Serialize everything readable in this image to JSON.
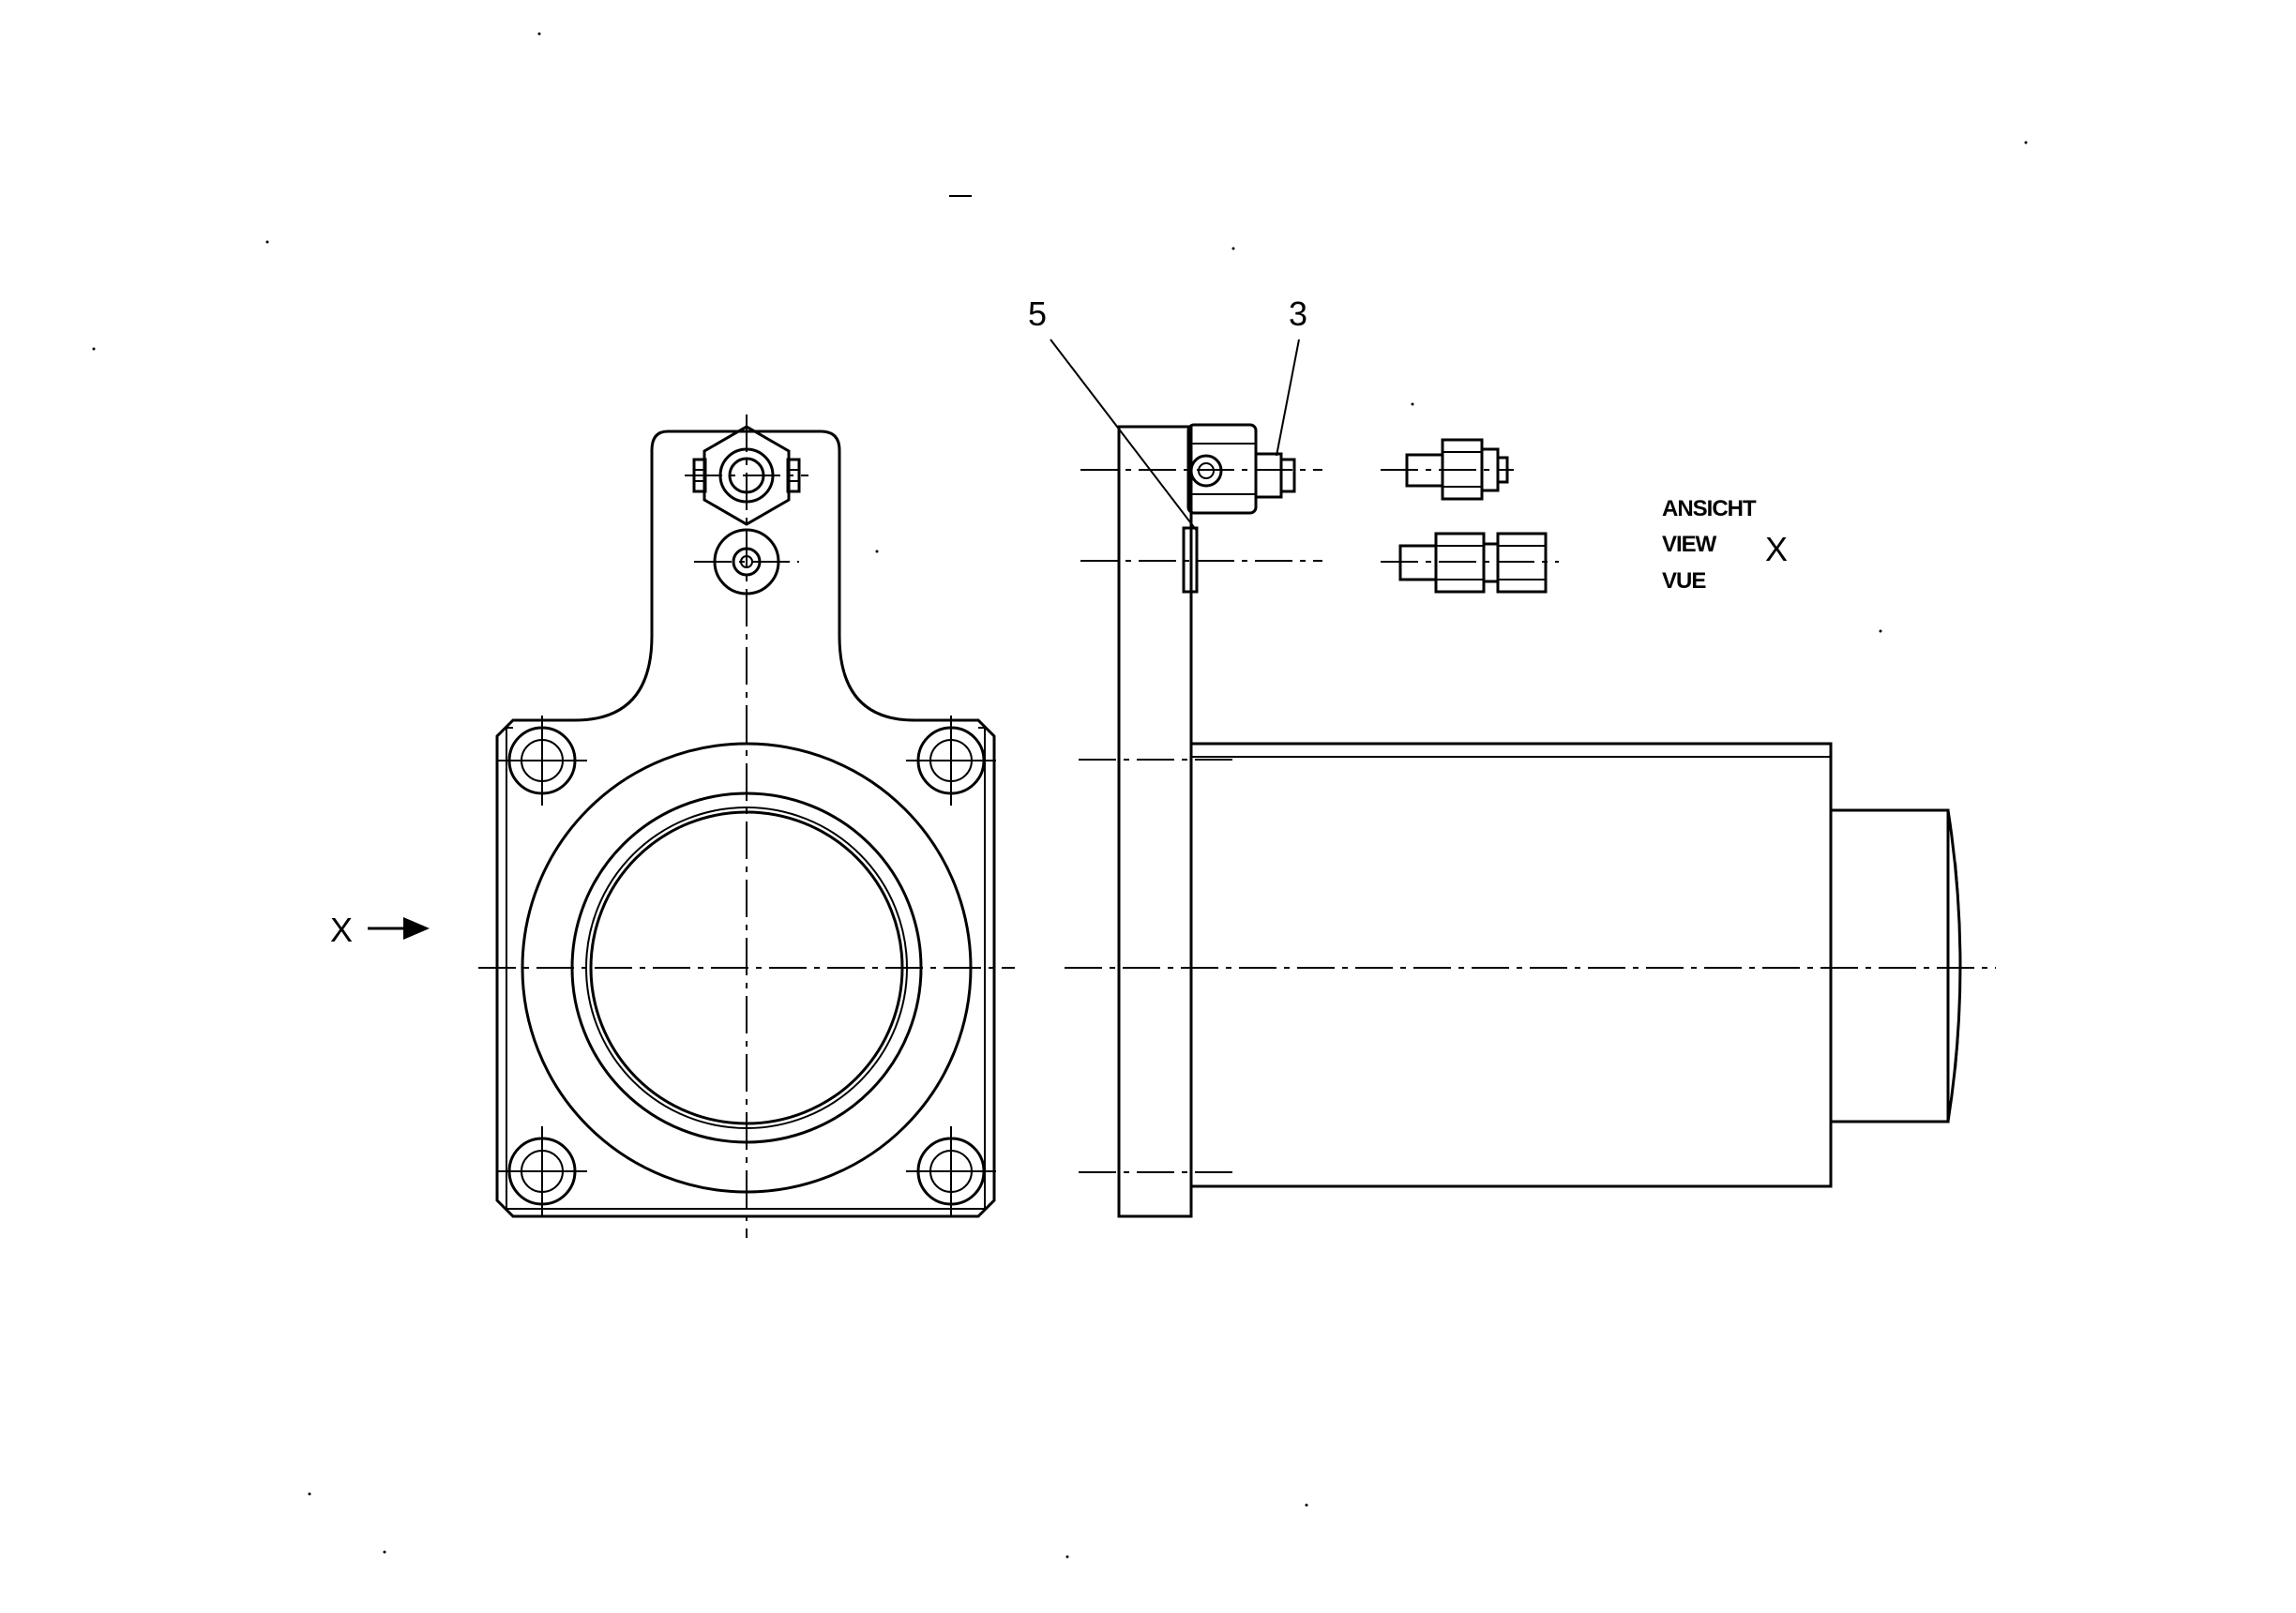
{
  "callouts": {
    "item_5": "5",
    "item_3": "3"
  },
  "view_direction": {
    "letter": "X"
  },
  "view_label": {
    "line_de": "ANSICHT",
    "line_en": "VIEW",
    "line_fr": "VUE",
    "letter": "X"
  },
  "colors": {
    "ink": "#000000",
    "paper": "#ffffff"
  }
}
